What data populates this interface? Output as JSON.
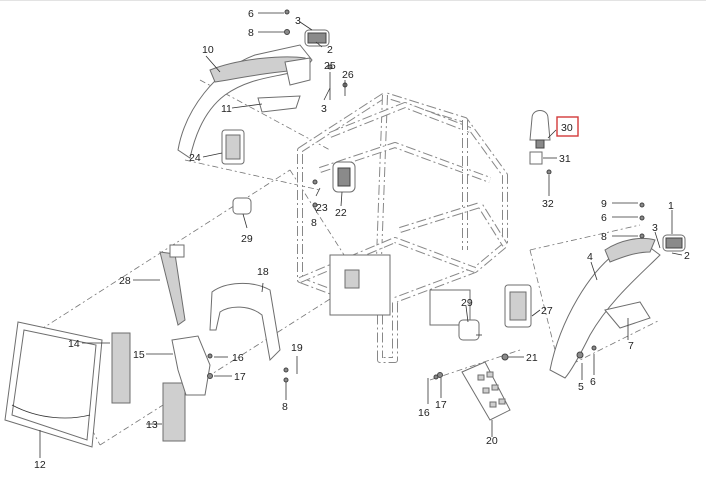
{
  "callouts": {
    "c1": "1",
    "c2a": "2",
    "c2b": "2",
    "c3a": "3",
    "c3b": "3",
    "c3c": "3",
    "c4": "4",
    "c5": "5",
    "c6a": "6",
    "c6b": "6",
    "c6c": "6",
    "c7": "7",
    "c8a": "8",
    "c8b": "8",
    "c8c": "8",
    "c8d": "8",
    "c9": "9",
    "c10": "10",
    "c11": "11",
    "c12": "12",
    "c13": "13",
    "c14": "14",
    "c15": "15",
    "c16a": "16",
    "c16b": "16",
    "c17a": "17",
    "c17b": "17",
    "c18": "18",
    "c19": "19",
    "c20": "20",
    "c21": "21",
    "c22": "22",
    "c23": "23",
    "c24": "24",
    "c25": "25",
    "c26": "26",
    "c27": "27",
    "c28": "28",
    "c29a": "29",
    "c29b": "29",
    "c30": "30",
    "c31": "31",
    "c32": "32"
  },
  "highlight": {
    "callout": "30",
    "color": "#d23a3a"
  }
}
